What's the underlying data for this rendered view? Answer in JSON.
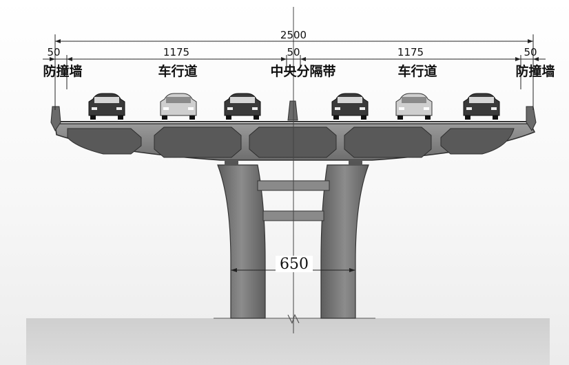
{
  "dimensions": {
    "total_width": "2500",
    "left_barrier_width": "50",
    "left_lane_width": "1175",
    "median_width": "50",
    "right_lane_width": "1175",
    "right_barrier_width": "50",
    "pier_spacing": "650"
  },
  "labels": {
    "left_barrier": "防撞墙",
    "left_carriageway": "车行道",
    "central_median": "中央分隔带",
    "right_carriageway": "车行道",
    "right_barrier": "防撞墙"
  },
  "colors": {
    "girder": "#7c7c7c",
    "girder_dark": "#4f4f4f",
    "box_cell": "#5a5a5a",
    "pier": "#7a7a7a",
    "ground": "#d4d4d4",
    "line": "#222222"
  },
  "vehicles": [
    {
      "id": "car-1",
      "tone": "dark"
    },
    {
      "id": "car-2",
      "tone": "light"
    },
    {
      "id": "car-3",
      "tone": "dark"
    },
    {
      "id": "car-4",
      "tone": "dark"
    },
    {
      "id": "car-5",
      "tone": "light"
    },
    {
      "id": "car-6",
      "tone": "dark"
    }
  ]
}
